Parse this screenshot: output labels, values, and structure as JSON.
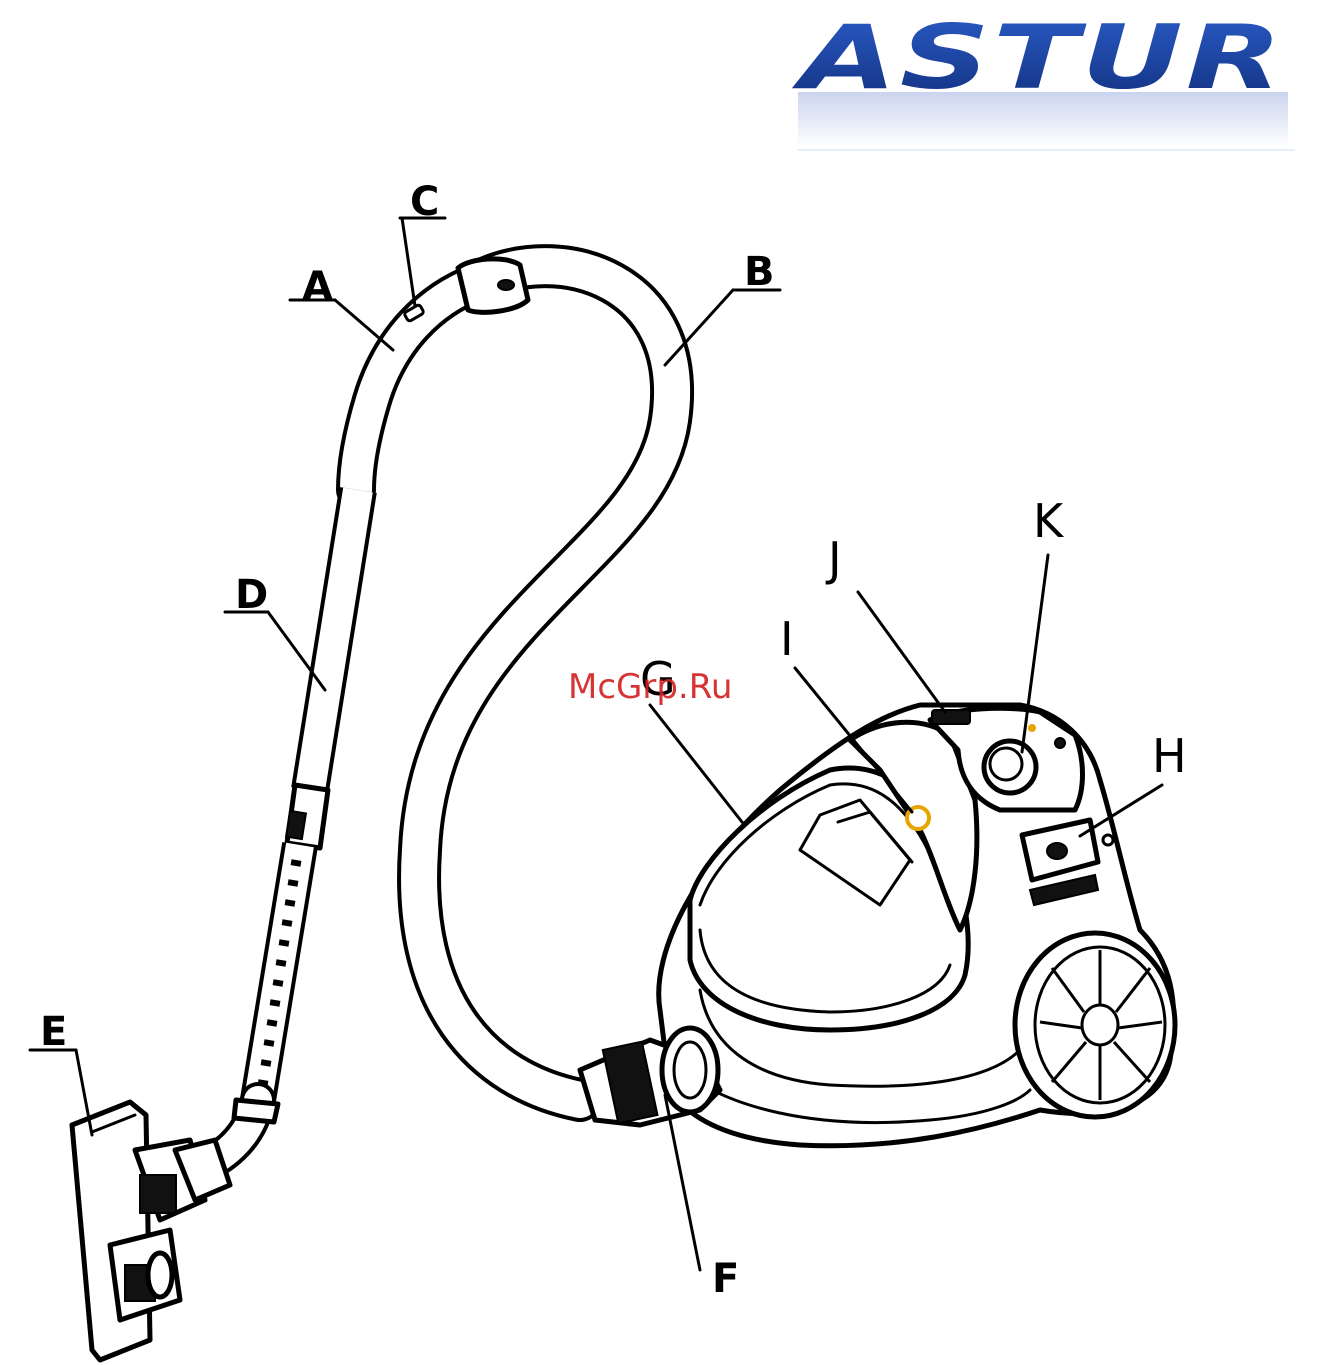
{
  "brand": {
    "logo_text": "ASTUR",
    "color_primary": "#1a3fa8",
    "color_reflection": "#aab8e0"
  },
  "watermark": {
    "text": "McGrp.Ru",
    "color": "#d22020"
  },
  "labels": {
    "A": "A",
    "B": "B",
    "C": "C",
    "D": "D",
    "E": "E",
    "F": "F",
    "G": "G",
    "H": "H",
    "I": "I",
    "J": "J",
    "K": "K"
  },
  "accent_color": "#e8a400"
}
